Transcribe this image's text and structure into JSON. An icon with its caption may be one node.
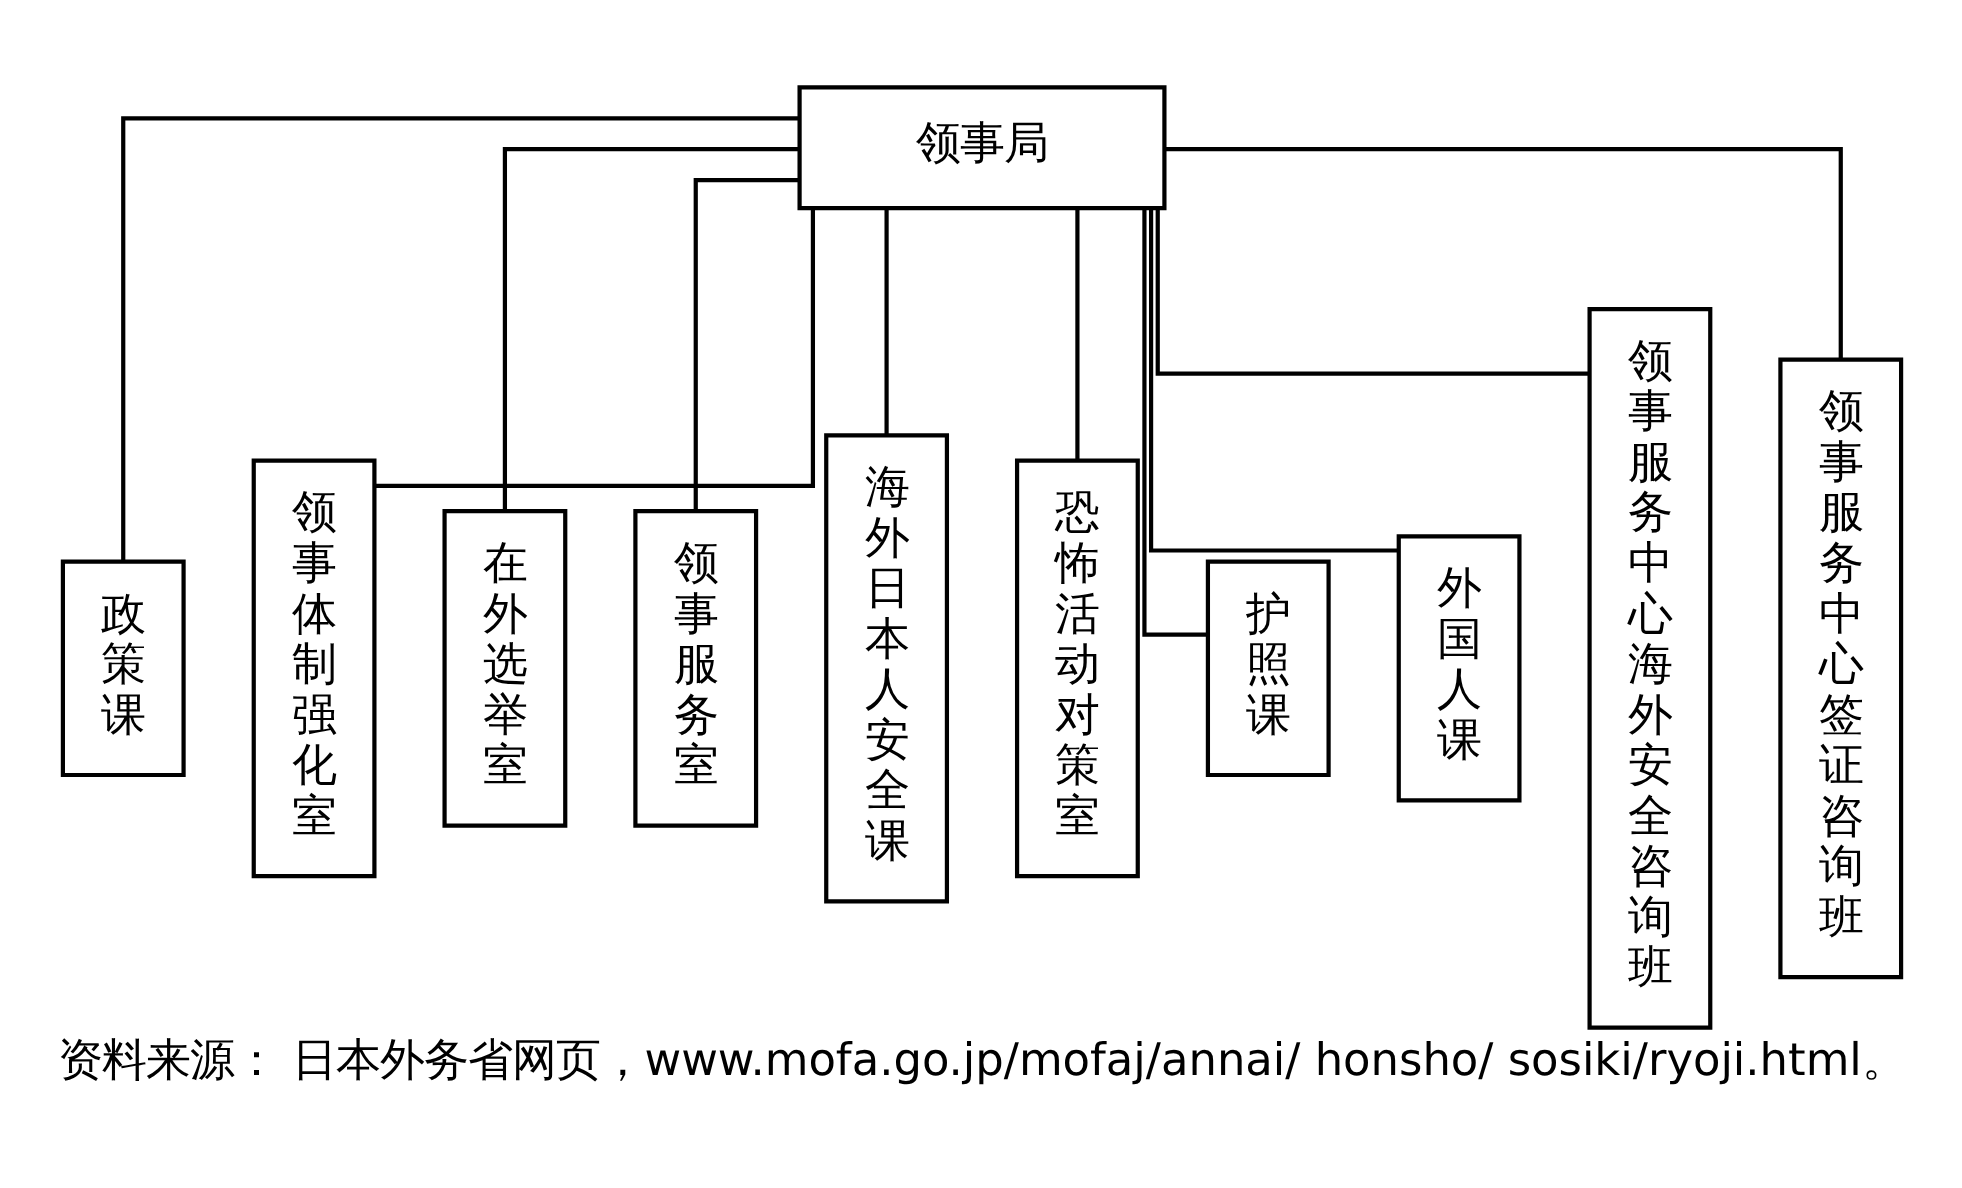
{
  "diagram": {
    "caption": "资料来源： 日本外务省网页，www.mofa.go.jp/mofaj/annai/ honsho/ sosiki/ryoji.html。",
    "nodes": [
      {
        "text": [
          "领事局"
        ]
      },
      {
        "text": [
          "政策课"
        ]
      },
      {
        "text": [
          "领事体制强化室"
        ]
      },
      {
        "text": [
          "在外选举室"
        ]
      },
      {
        "text": [
          "领事服务室"
        ]
      },
      {
        "text": [
          "海外日本人安全课"
        ]
      },
      {
        "text": [
          "恐怖活动对策室"
        ]
      },
      {
        "text": [
          "护照课"
        ]
      },
      {
        "text": [
          "外国人课"
        ]
      },
      {
        "text": [
          "领事服务中心海外安全咨询班"
        ]
      },
      {
        "text": [
          "领事服务中心签证咨询班"
        ]
      }
    ],
    "edges": [
      {
        "from": 0,
        "to": 1,
        "arrow": "none"
      },
      {
        "from": 0,
        "to": 2,
        "arrow": "none"
      },
      {
        "from": 0,
        "to": 3,
        "arrow": "none"
      },
      {
        "from": 0,
        "to": 4,
        "arrow": "none"
      },
      {
        "from": 0,
        "to": 5,
        "arrow": "none"
      },
      {
        "from": 0,
        "to": 6,
        "arrow": "none"
      },
      {
        "from": 0,
        "to": 7,
        "arrow": "none"
      },
      {
        "from": 0,
        "to": 8,
        "arrow": "none"
      },
      {
        "from": 0,
        "to": 9,
        "arrow": "none"
      },
      {
        "from": 0,
        "to": 10,
        "arrow": "none"
      }
    ]
  }
}
